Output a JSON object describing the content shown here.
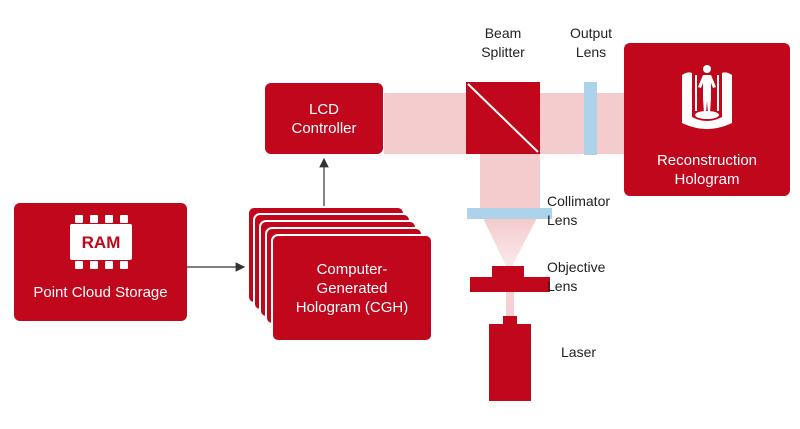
{
  "colors": {
    "box_red": "#c0071b",
    "beam_pink": "#f2c3c6",
    "lens_blue": "#acd3e9",
    "arrow": "#333333",
    "label_text": "#222222",
    "box_text": "#ffffff"
  },
  "icons": {
    "ram_chip": "ram-chip-icon",
    "hologram_figure": "hologram-figure-icon"
  },
  "ram_chip_label": "RAM",
  "boxes": {
    "point_cloud_storage": "Point Cloud Storage",
    "lcd_controller": "LCD\nController",
    "cgh": "Computer-\nGenerated\nHologram (CGH)",
    "reconstruction": "Reconstruction\nHologram"
  },
  "labels": {
    "beam_splitter": "Beam\nSplitter",
    "output_lens": "Output\nLens",
    "collimator_lens": "Collimator\nLens",
    "objective_lens": "Objective\nLens",
    "laser": "Laser"
  }
}
